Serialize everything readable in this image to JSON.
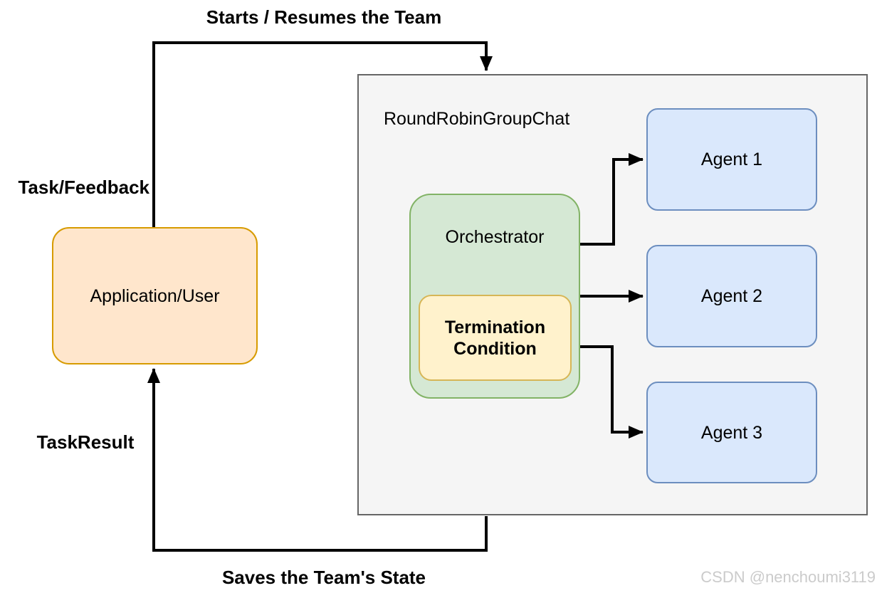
{
  "diagram": {
    "nodes": {
      "group_chat": "RoundRobinGroupChat",
      "app_user": "Application/User",
      "orchestrator": "Orchestrator",
      "termination": "Termination Condition",
      "agents": [
        "Agent 1",
        "Agent 2",
        "Agent 3"
      ]
    },
    "edge_labels": {
      "starts": "Starts / Resumes the Team",
      "task_feedback": "Task/Feedback",
      "task_result": "TaskResult",
      "saves": "Saves the Team's State"
    },
    "watermark": "CSDN @nenchoumi3119",
    "colors": {
      "group_chat_fill": "#F5F5F5",
      "group_chat_stroke": "#666666",
      "app_user_fill": "#FFE6CC",
      "app_user_stroke": "#D79B00",
      "orchestrator_fill": "#D5E8D4",
      "orchestrator_stroke": "#82B366",
      "termination_fill": "#FFF2CC",
      "termination_stroke": "#D6B656",
      "agent_fill": "#DAE8FC",
      "agent_stroke": "#6C8EBF",
      "edge_color": "#000000",
      "watermark_color": "#CBCBCB"
    }
  }
}
